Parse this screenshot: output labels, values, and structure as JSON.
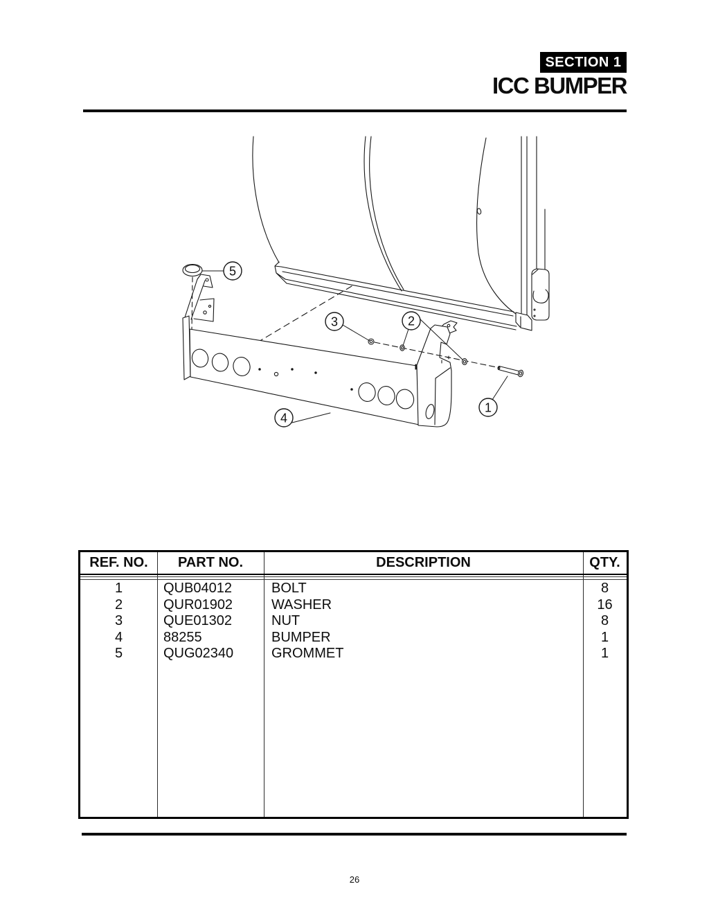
{
  "header": {
    "section_badge": "SECTION 1",
    "title": "ICC BUMPER"
  },
  "diagram": {
    "description": "Exploded view of ICC bumper assembly on trailer rear",
    "callouts": [
      "1",
      "2",
      "3",
      "4",
      "5"
    ]
  },
  "table": {
    "headers": {
      "ref": "REF. NO.",
      "part": "PART NO.",
      "desc": "DESCRIPTION",
      "qty": "QTY."
    },
    "rows": [
      {
        "ref": "1",
        "part": "QUB04012",
        "desc": "BOLT",
        "qty": "8"
      },
      {
        "ref": "2",
        "part": "QUR01902",
        "desc": "WASHER",
        "qty": "16"
      },
      {
        "ref": "3",
        "part": "QUE01302",
        "desc": "NUT",
        "qty": "8"
      },
      {
        "ref": "4",
        "part": "88255",
        "desc": "BUMPER",
        "qty": "1"
      },
      {
        "ref": "5",
        "part": "QUG02340",
        "desc": "GROMMET",
        "qty": "1"
      }
    ]
  },
  "footer": {
    "page_number": "26"
  },
  "colors": {
    "ink": "#111111",
    "paper": "#ffffff"
  }
}
